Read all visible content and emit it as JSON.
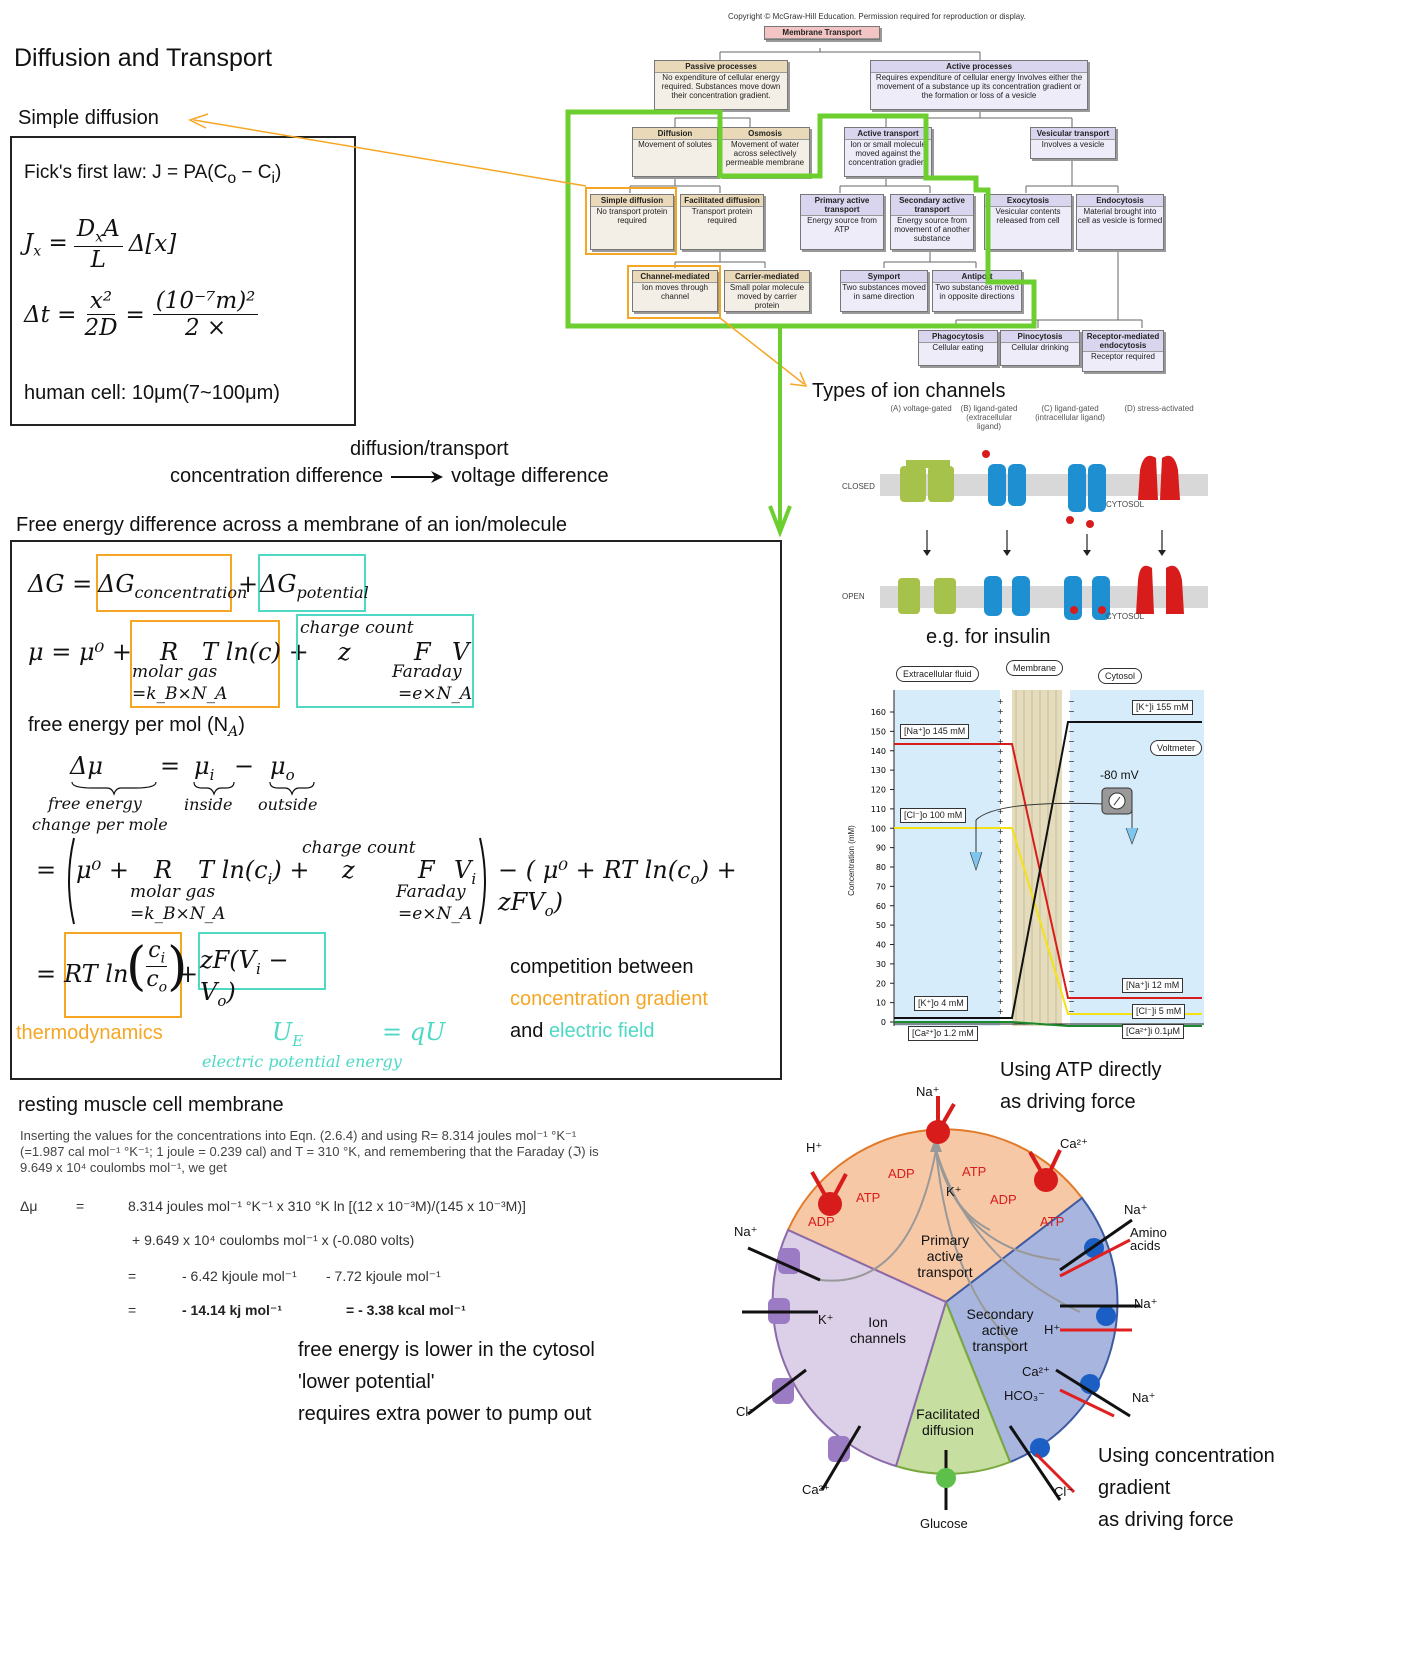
{
  "title": "Diffusion and Transport",
  "simple_diffusion": {
    "heading": "Simple diffusion",
    "fick": "Fick's first law: J = PA(C",
    "fick_o": "o",
    "fick_minus": " − C",
    "fick_i": "i",
    "fick_end": ")",
    "jx_lhs": "J",
    "jx_sub": "x",
    "jx_num": "D",
    "jx_num_sub": "x",
    "jx_num_A": "A",
    "jx_den": "L",
    "jx_rest": "Δ[x]",
    "dt_lhs": "Δt =",
    "dt_num": "x²",
    "dt_den": "2D",
    "dt_eq": "=",
    "dt_num2": "(10⁻⁷m)²",
    "dt_den2": "2 ×",
    "human_cell": "human cell: 10μm(7~100μm)"
  },
  "middle_text": {
    "line1": "diffusion/transport",
    "line2_a": "concentration difference",
    "line2_b": "voltage difference"
  },
  "free_energy": {
    "heading": "Free energy difference across a membrane of an ion/molecule",
    "dG": "ΔG =",
    "dG_conc": "ΔG",
    "dG_conc_sub": "concentration",
    "plus": "+",
    "dG_pot": "ΔG",
    "dG_pot_sub": "potential",
    "mu_lhs": "μ = μ⁰ +",
    "R": "R",
    "Tlnc": "T ln(c) +",
    "molar_gas": "molar gas",
    "kbna": "=k_B×N_A",
    "charge_count": "charge count",
    "z": "z",
    "F": "F",
    "V": "V",
    "faraday": "Faraday",
    "ena": "=e×N_A",
    "per_mol": "free energy per mol (N",
    "per_mol_sub": "A",
    "per_mol_end": ")",
    "dmu": "Δμ",
    "eq": "=",
    "mui": "μ",
    "mui_sub": "i",
    "minus": "−",
    "muo": "μ",
    "muo_sub": "o",
    "free_energy_change": "free energy",
    "change_per_mole": "change per mole",
    "inside": "inside",
    "outside": "outside",
    "row3_a": "= ( μ⁰ +",
    "row3_R": "R",
    "row3_T": "T ln(c",
    "row3_i": "i",
    "row3_Tend": ") +",
    "row3_z": "z",
    "row3_F": "F",
    "row3_V": "V",
    "row3_Vi": "i",
    "row3_end": ") − ( μ⁰ + RT ln(c",
    "row3_end_o": "o",
    "row3_end2": ") + zFV",
    "row3_end_o2": "o",
    "row3_close": ")",
    "row4_eq": "=",
    "row4_rt": "RT ln",
    "row4_ci": "c",
    "row4_ci_sub": "i",
    "row4_co": "c",
    "row4_co_sub": "o",
    "row4_plus": "+",
    "row4_zf": "zF(V",
    "row4_zf_i": "i",
    "row4_zf_m": " − V",
    "row4_zf_o": "o",
    "row4_zf_end": ")",
    "thermodynamics": "thermodynamics",
    "ue": "U",
    "ue_sub": "E",
    "equ": "= qU",
    "epe": "electric potential energy",
    "comp1": "competition between",
    "comp2": "concentration gradient",
    "comp3a": "and ",
    "comp3b": "electric field"
  },
  "resting": {
    "heading": "resting muscle cell membrane",
    "para1": "Inserting the values for the concentrations into Eqn. (2.6.4)  and using R= 8.314 joules mol⁻¹ °K⁻¹",
    "para2": "(=1.987 cal mol⁻¹ °K⁻¹; 1 joule = 0.239 cal) and T = 310 °K, and remembering that the Faraday (ℑ) is",
    "para3": "9.649 x 10⁴ coulombs mol⁻¹,  we get",
    "dmu": "Δμ",
    "eq": "=",
    "l1": "8.314 joules mol⁻¹ °K⁻¹ x  310 °K ln [(12 x 10⁻³M)/(145 x 10⁻³M)]",
    "l2": "+  9.649 x 10⁴ coulombs mol⁻¹ x (-0.080 volts)",
    "l3a": "- 6.42 kjoule mol⁻¹",
    "l3b": "-   7.72 kjoule mol⁻¹",
    "l4a": "- 14.14 kj mol⁻¹",
    "l4b": "=  - 3.38 kcal mol⁻¹",
    "note1": "free energy is lower in the cytosol",
    "note2": "'lower potential'",
    "note3": "requires extra power to pump out"
  },
  "flowchart": {
    "copyright": "Copyright © McGraw-Hill Education. Permission required for reproduction or display.",
    "root": "Membrane Transport",
    "passive_h": "Passive processes",
    "passive_t": "No expenditure of cellular energy required. Substances move down their concentration gradient.",
    "active_h": "Active processes",
    "active_t": "Requires expenditure of cellular energy Involves either the movement of a substance up its concentration gradient or the formation or loss of a vesicle",
    "diffusion_h": "Diffusion",
    "diffusion_t": "Movement of solutes",
    "osmosis_h": "Osmosis",
    "osmosis_t": "Movement of water across selectively permeable membrane",
    "activet_h": "Active transport",
    "activet_t": "Ion or small molecule moved against the concentration gradient",
    "vesicular_h": "Vesicular transport",
    "vesicular_t": "Involves a vesicle",
    "simple_h": "Simple diffusion",
    "simple_t": "No transport protein required",
    "facilitated_h": "Facilitated diffusion",
    "facilitated_t": "Transport protein required",
    "primary_h": "Primary active transport",
    "primary_t": "Energy source from ATP",
    "secondary_h": "Secondary active transport",
    "secondary_t": "Energy source from movement of another substance",
    "exo_h": "Exocytosis",
    "exo_t": "Vesicular contents released from cell",
    "endo_h": "Endocytosis",
    "endo_t": "Material brought into cell as vesicle is formed",
    "channel_h": "Channel-mediated",
    "channel_t": "Ion moves through channel",
    "carrier_h": "Carrier-mediated",
    "carrier_t": "Small polar molecule moved by carrier protein",
    "symport_h": "Symport",
    "symport_t": "Two substances moved in same direction",
    "antiport_h": "Antiport",
    "antiport_t": "Two substances moved in opposite directions",
    "phago_h": "Phagocytosis",
    "phago_t": "Cellular eating",
    "pino_h": "Pinocytosis",
    "pino_t": "Cellular drinking",
    "receptor_h": "Receptor-mediated endocytosis",
    "receptor_t": "Receptor required"
  },
  "ion_channels": {
    "heading": "Types of ion channels",
    "a": "(A) voltage-gated",
    "b": "(B) ligand-gated (extracellular ligand)",
    "c": "(C) ligand-gated (intracellular ligand)",
    "d": "(D) stress-activated",
    "closed": "CLOSED",
    "open": "OPEN",
    "cytosol": "CYTOSOL",
    "insulin": "e.g. for insulin"
  },
  "conc_chart": {
    "extracellular": "Extracellular fluid",
    "membrane": "Membrane",
    "cytosol": "Cytosol",
    "ylabel": "Concentration (mM)",
    "na_o": "[Na⁺]o 145 mM",
    "cl_o": "[Cl⁻]o 100 mM",
    "k_o": "[K⁺]o 4 mM",
    "ca_o": "[Ca²⁺]o 1.2 mM",
    "k_i": "[K⁺]i 155 mM",
    "na_i": "[Na⁺]i 12 mM",
    "cl_i": "[Cl⁻]i 5 mM",
    "ca_i": "[Ca²⁺]i 0.1μM",
    "voltmeter": "Voltmeter",
    "mv": "-80 mV",
    "ticks": [
      "160",
      "150",
      "140",
      "130",
      "120",
      "110",
      "100",
      "90",
      "80",
      "70",
      "60",
      "50",
      "40",
      "30",
      "20",
      "10",
      "0"
    ]
  },
  "cell": {
    "atp_caption1": "Using ATP directly",
    "atp_caption2": "as driving force",
    "grad_caption1": "Using concentration",
    "grad_caption2": "gradient",
    "grad_caption3": "as driving force",
    "primary": "Primary active transport",
    "ion_channels": "Ion channels",
    "secondary": "Secondary active transport",
    "facilitated": "Facilitated diffusion",
    "na_top": "Na⁺",
    "h": "H⁺",
    "ca_top": "Ca²⁺",
    "adp": "ADP",
    "atp": "ATP",
    "k": "K⁺",
    "na_left": "Na⁺",
    "k_left": "K⁺",
    "cl_left": "Cl⁻",
    "ca_bottom": "Ca²⁺",
    "glucose": "Glucose",
    "cl_bottom": "Cl⁻",
    "na_r1": "Na⁺",
    "amino": "Amino acids",
    "na_r2": "Na⁺",
    "h_r": "H⁺",
    "ca_r": "Ca²⁺",
    "hco3": "HCO₃⁻",
    "na_r3": "Na⁺"
  },
  "colors": {
    "orange": "#f5a623",
    "teal": "#4dd9c4",
    "green": "#6ccf2f",
    "red": "#d81c1c"
  }
}
